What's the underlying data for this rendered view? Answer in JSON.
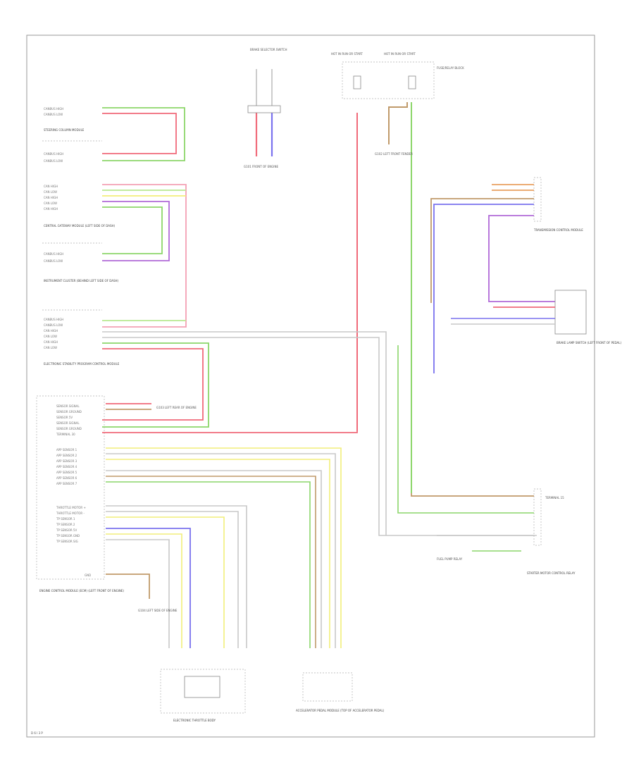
{
  "diagram": {
    "page_label": "D 6 I 3 P",
    "colors": {
      "red": "#f06a7a",
      "pink": "#f4a0b4",
      "green": "#8cd66a",
      "lightgreen": "#b8e890",
      "yellow": "#f2ee7a",
      "blue": "#7a72ee",
      "violet": "#b06ad8",
      "gray": "#c8c8c8",
      "brown": "#c09a6a",
      "orange": "#e8a060"
    },
    "top_labels": {
      "brake_switch": "BRAKE SELECTOR SWITCH",
      "hot_fuse_left": "HOT IN RUN OR START",
      "hot_fuse_right": "HOT IN RUN OR START",
      "fuse_block": "FUSE/RELAY BLOCK",
      "ground_left": "G101 FRONT OF ENGINE",
      "ground_right": "G102 LEFT FRONT FENDER"
    },
    "left_pin_labels": [
      "CANBUS HIGH",
      "CANBUS LOW",
      "CANBUS HIGH",
      "CANBUS LOW",
      "CAN HIGH",
      "CAN LOW",
      "CAN HIGH",
      "CAN LOW",
      "CAN HIGH",
      "CANBUS HIGH",
      "CANBUS LOW",
      "CANBUS HIGH",
      "CANBUS LOW",
      "CAN HIGH",
      "CAN LOW",
      "CAN HIGH",
      "CAN LOW",
      "SENSOR SIGNAL",
      "SENSOR GROUND",
      "SENSOR 5V",
      "SENSOR SIGNAL",
      "SENSOR GROUND",
      "TERMINAL 30",
      "APP SENSOR 1",
      "APP SENSOR 2",
      "APP SENSOR 3",
      "APP SENSOR 4",
      "APP SENSOR 5",
      "APP SENSOR 6",
      "APP SENSOR 7",
      "THROTTLE MOTOR +",
      "THROTTLE MOTOR -",
      "TP SENSOR 1",
      "TP SENSOR 2",
      "TP SENSOR 5V",
      "TP SENSOR GND",
      "TP SENSOR SIG",
      "GND"
    ],
    "left_module_labels": [
      "STEERING COLUMN MODULE",
      "CENTRAL GATEWAY MODULE (LEFT SIDE OF DASH)",
      "INSTRUMENT CLUSTER (BEHIND LEFT SIDE OF DASH)",
      "ELECTRONIC STABILITY PROGRAM CONTROL MODULE",
      "ENGINE CONTROL MODULE (ECM) (LEFT FRONT OF ENGINE)"
    ],
    "right_labels": {
      "relay_module": "TRANSMISSION CONTROL MODULE",
      "brake_lamp": "BRAKE LAMP SWITCH (LEFT FRONT OF PEDAL)",
      "ground_mid": "G103 LEFT REAR OF ENGINE",
      "starter_relay": "STARTER MOTOR CONTROL RELAY",
      "fuel_pump_relay": "FUEL PUMP RELAY",
      "terminal_15": "TERMINAL 15"
    },
    "bottom_labels": {
      "throttle_body": "ELECTRONIC THROTTLE BODY",
      "pedal_module": "ACCELERATOR PEDAL MODULE (TOP OF ACCELERATOR PEDAL)",
      "ground_bottom": "G104 LEFT SIDE OF ENGINE"
    }
  }
}
